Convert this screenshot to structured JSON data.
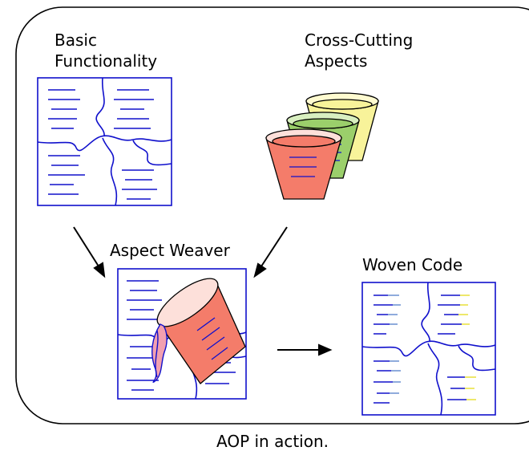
{
  "labels": {
    "basic_line1": "Basic",
    "basic_line2": "Functionality",
    "aspects_line1": "Cross-Cutting",
    "aspects_line2": "Aspects",
    "weaver": "Aspect Weaver",
    "woven": "Woven Code",
    "caption": "AOP in action."
  },
  "colors": {
    "outline": "#000000",
    "code": "#1010cc",
    "aspect_red": "#f47c6a",
    "aspect_green": "#9bcf6b",
    "aspect_yellow": "#f8f39a",
    "woven_blue": "#6a8fd1",
    "woven_yellow": "#e8e03a"
  }
}
